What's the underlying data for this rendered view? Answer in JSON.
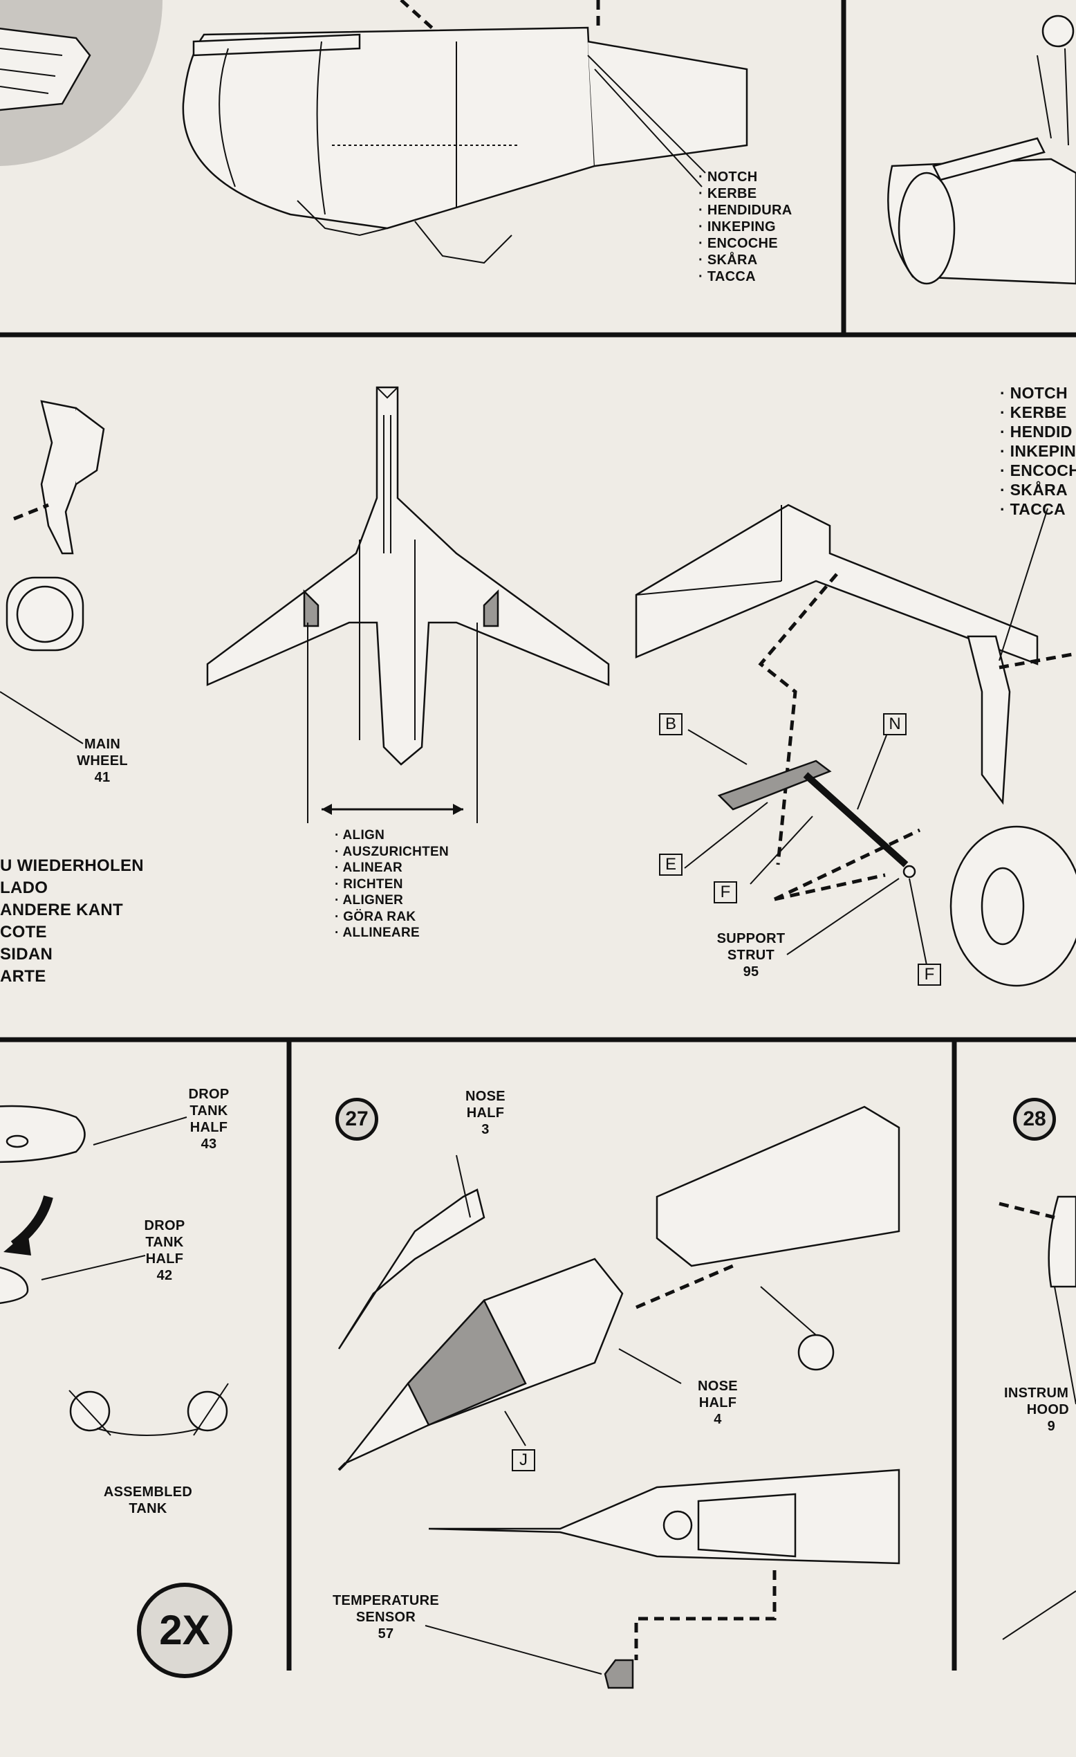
{
  "notch_labels": [
    "NOTCH",
    "KERBE",
    "HENDIDURA",
    "INKEPING",
    "ENCOCHE",
    "SKÅRA",
    "TACCA"
  ],
  "notch_labels_cut": [
    "NOTCH",
    "KERBE",
    "HENDID",
    "INKEPIN",
    "ENCOCH",
    "SKÅRA",
    "TACCA"
  ],
  "main_wheel": [
    "MAIN",
    "WHEEL",
    "41"
  ],
  "align_labels": [
    "ALIGN",
    "AUSZURICHTEN",
    "ALINEAR",
    "RICHTEN",
    "ALIGNER",
    "GÖRA RAK",
    "ALLINEARE"
  ],
  "repeat_labels": [
    "U WIEDERHOLEN",
    "LADO",
    "ANDERE KANT",
    "COTE",
    "SIDAN",
    "ARTE"
  ],
  "support_strut": [
    "SUPPORT",
    "STRUT",
    "95"
  ],
  "part_letters": {
    "b": "B",
    "n": "N",
    "e": "E",
    "f1": "F",
    "f2": "F",
    "j": "J"
  },
  "drop_tank_43": [
    "DROP",
    "TANK",
    "HALF",
    "43"
  ],
  "drop_tank_42": [
    "DROP",
    "TANK",
    "HALF",
    "42"
  ],
  "assembled_tank": [
    "ASSEMBLED",
    "TANK"
  ],
  "multiplier": "2X",
  "step_27": "27",
  "step_28": "28",
  "nose_half_3": [
    "NOSE",
    "HALF",
    "3"
  ],
  "nose_half_4": [
    "NOSE",
    "HALF",
    "4"
  ],
  "temperature_sensor": [
    "TEMPERATURE",
    "SENSOR",
    "57"
  ],
  "instrument_hood": [
    "INSTRUM",
    "HOOD",
    "9"
  ]
}
